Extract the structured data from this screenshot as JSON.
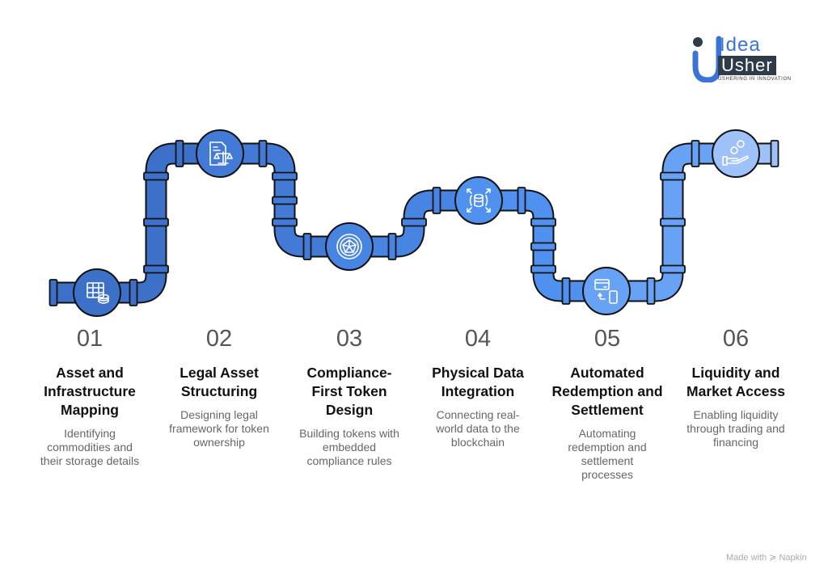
{
  "logo": {
    "line1": "Idea",
    "line2": "Usher",
    "tagline": "USHERING IN INNOVATION",
    "color": "#3b74d6"
  },
  "footer": {
    "made_with": "Made with",
    "brand": "Napkin"
  },
  "steps": [
    {
      "number": "01",
      "title": "Asset and Infrastructure Mapping",
      "description": "Identifying commodities and their storage details",
      "icon": "table-database-icon",
      "color": "#3d70c8"
    },
    {
      "number": "02",
      "title": "Legal Asset Structuring",
      "description": "Designing legal framework for token ownership",
      "icon": "document-scales-icon",
      "color": "#427ad6"
    },
    {
      "number": "03",
      "title": "Compliance-First Token Design",
      "description": "Building tokens with embedded compliance rules",
      "icon": "token-cube-icon",
      "color": "#4885e2"
    },
    {
      "number": "04",
      "title": "Physical Data Integration",
      "description": "Connecting real-world data to the blockchain",
      "icon": "database-expand-icon",
      "color": "#5090ee"
    },
    {
      "number": "05",
      "title": "Automated Redemption and Settlement",
      "description": "Automating redemption and settlement processes",
      "icon": "card-to-phone-icon",
      "color": "#68a2f5"
    },
    {
      "number": "06",
      "title": "Liquidity and Market Access",
      "description": "Enabling liquidity through trading and financing",
      "icon": "hand-coins-icon",
      "color": "#9dc1f8"
    }
  ]
}
